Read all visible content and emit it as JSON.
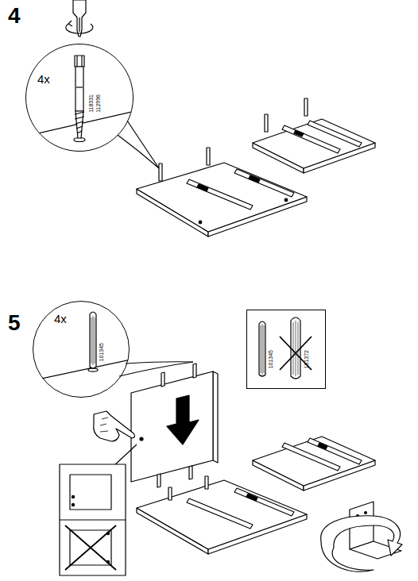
{
  "diagram": {
    "nodes": [
      {
        "text": [
          "4x",
          "118331",
          "112996"
        ]
      },
      {
        "text": [
          "4x",
          "101345"
        ]
      },
      {
        "text": [
          "101345",
          "101372"
        ]
      }
    ],
    "labels": [
      "4",
      "5"
    ]
  }
}
